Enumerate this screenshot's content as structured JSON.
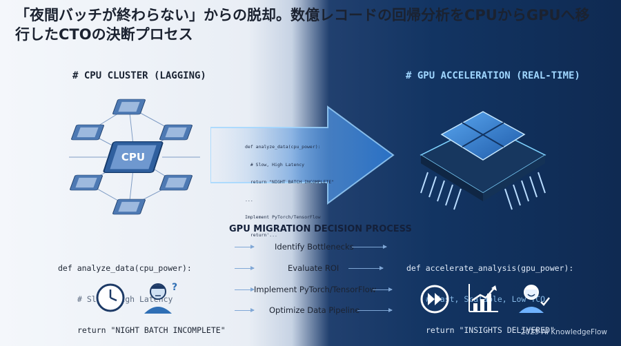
{
  "title": {
    "line1": "「夜間バッチが終わらない」からの脱却。数億レコードの回帰分析をCPUからGPUへ移",
    "line2": "行したCTOの決断プロセス"
  },
  "left": {
    "heading": "# CPU CLUSTER (LAGGING)",
    "chip_label": "CPU",
    "code": {
      "line1": "def analyze_data(cpu_power):",
      "line2": "# Slow, High Latency",
      "line3": "return \"NIGHT BATCH INCOMPLETE\""
    }
  },
  "right": {
    "heading": "# GPU ACCELERATION (REAL-TIME)",
    "code": {
      "line1": "def accelerate_analysis(gpu_power):",
      "line2": "# Fast, Scalable, Low TCO",
      "line3": "return \"INSIGHTS DELIVERED\""
    }
  },
  "arrow_code": {
    "line1": "def analyze_data(cpu_power):",
    "line2": "  # Slow, High Latency",
    "line3": "  return \"NIGHT BATCH INCOMPLETE\"",
    "line4": "...",
    "line5": "Implement PyTorch/TensorFlow",
    "line6": "  return'..."
  },
  "process": {
    "title": "GPU MIGRATION DECISION PROCESS",
    "steps": [
      "Identify Bottlenecks",
      "Evaluate ROI",
      "Implement PyTorch/TensorFlow",
      "Optimize Data Pipeline"
    ]
  },
  "icons": {
    "left": [
      "clock-icon",
      "frustrated-person-icon"
    ],
    "right": [
      "fast-forward-icon",
      "growth-chart-icon",
      "happy-person-icon"
    ]
  },
  "footer": "2025 AI KnowledgeFlow",
  "colors": {
    "accent_blue": "#2f6fb5",
    "dark_bg": "#123462",
    "glow": "#7fd3ff"
  }
}
